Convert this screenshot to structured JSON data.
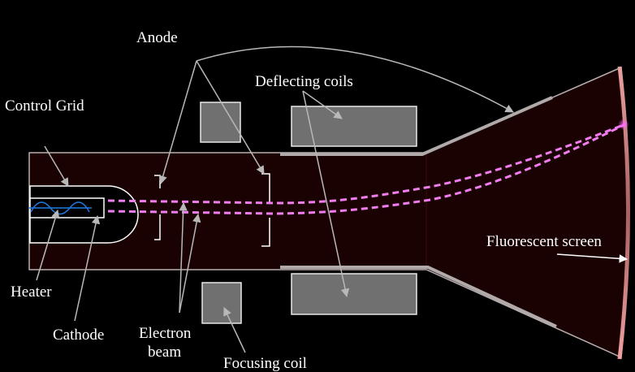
{
  "diagram": {
    "title": "Cathode ray tube",
    "labels": {
      "anode": "Anode",
      "deflecting_coils": "Deflecting coils",
      "control_grid": "Control Grid",
      "fluorescent_screen": "Fluorescent screen",
      "heater": "Heater",
      "cathode": "Cathode",
      "electron_beam_line1": "Electron",
      "electron_beam_line2": "beam",
      "focusing_coil": "Focusing coil"
    },
    "colors": {
      "background": "#000000",
      "tube_fill": "#1a0202",
      "tube_outline": "#b9aeae",
      "coil_fill": "#707070",
      "coil_border": "#e8e8e8",
      "beam": "#f07cf0",
      "heater_wave": "#1f7ae0",
      "screen": "#d98a8a",
      "callout": "#b8b8b8"
    }
  }
}
